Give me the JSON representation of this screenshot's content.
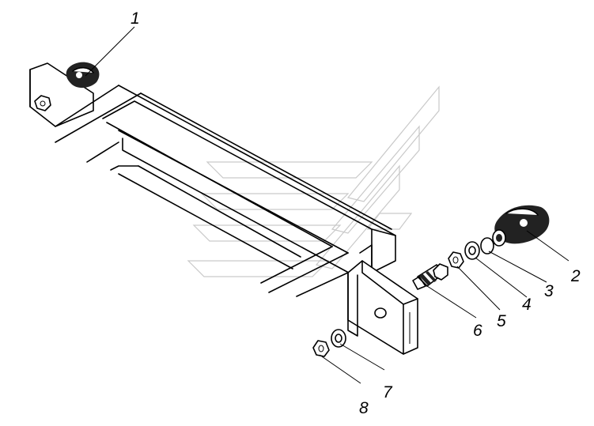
{
  "callouts": [
    {
      "id": "1",
      "label": "1"
    },
    {
      "id": "2",
      "label": "2"
    },
    {
      "id": "3",
      "label": "3"
    },
    {
      "id": "4",
      "label": "4"
    },
    {
      "id": "5",
      "label": "5"
    },
    {
      "id": "6",
      "label": "6"
    },
    {
      "id": "7",
      "label": "7"
    },
    {
      "id": "8",
      "label": "8"
    }
  ],
  "watermark": {
    "color": "#c9c9c9"
  }
}
